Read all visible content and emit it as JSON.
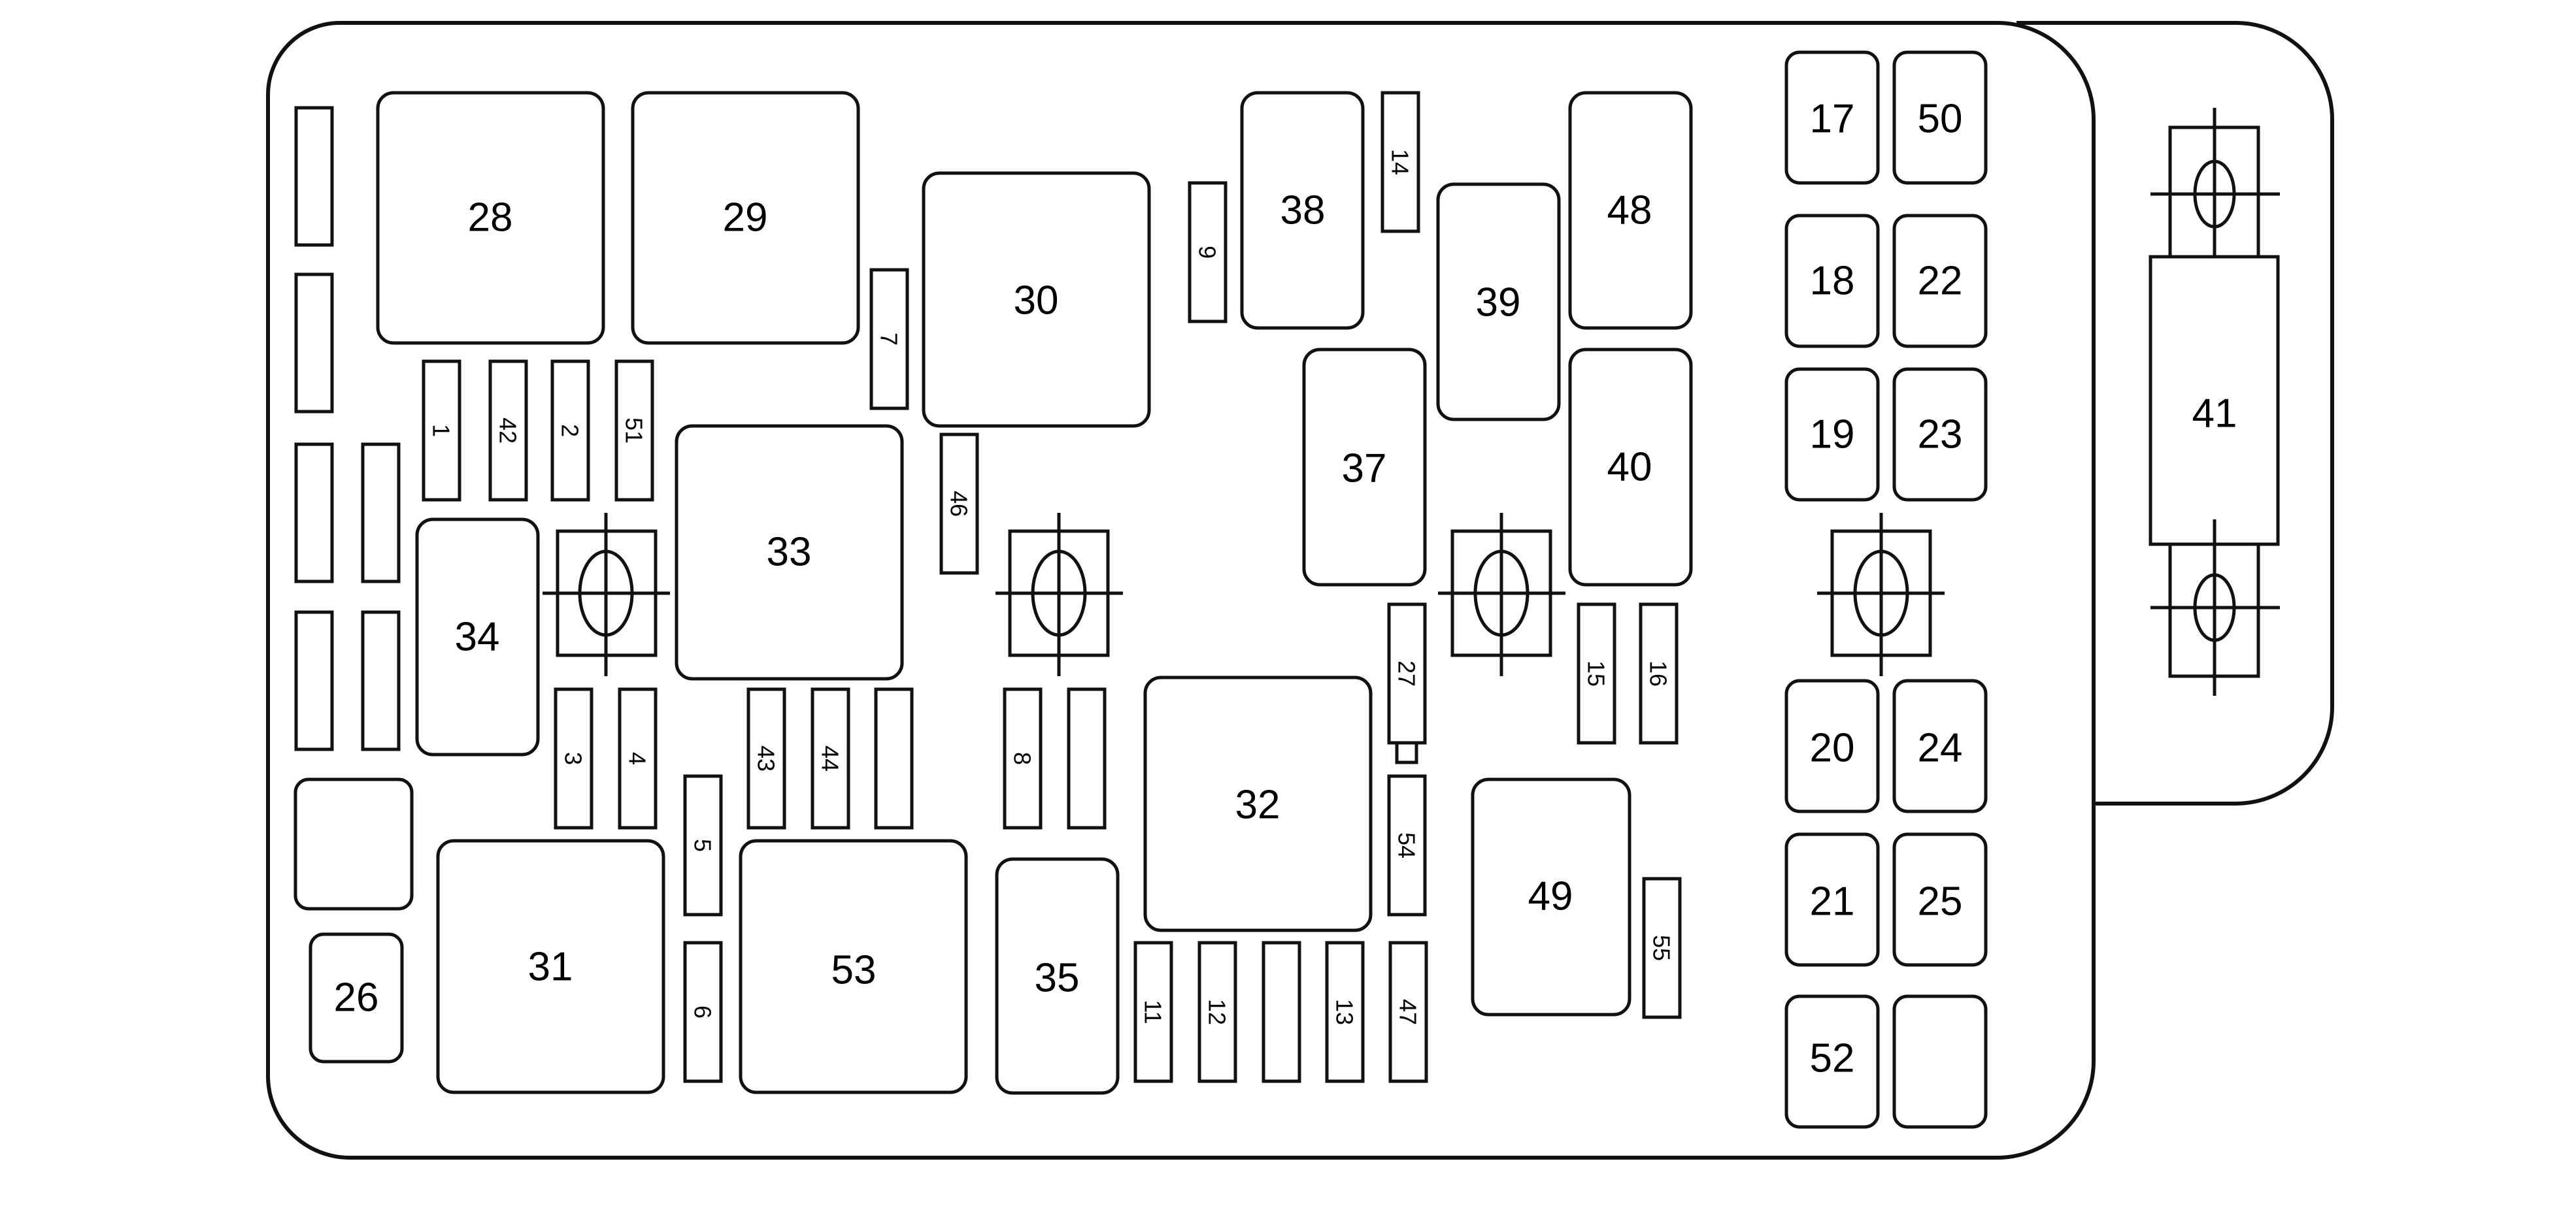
{
  "diagram": {
    "labels": {
      "f1": "1",
      "f2": "2",
      "f3": "3",
      "f4": "4",
      "f5": "5",
      "f6": "6",
      "f7": "7",
      "f8": "8",
      "f9": "9",
      "f11": "11",
      "f12": "12",
      "f13": "13",
      "f14": "14",
      "f15": "15",
      "f16": "16",
      "f17": "17",
      "f18": "18",
      "f19": "19",
      "f20": "20",
      "f21": "21",
      "f22": "22",
      "f23": "23",
      "f24": "24",
      "f25": "25",
      "f26": "26",
      "f27": "27",
      "f28": "28",
      "f29": "29",
      "f30": "30",
      "f31": "31",
      "f32": "32",
      "f33": "33",
      "f34": "34",
      "f35": "35",
      "f37": "37",
      "f38": "38",
      "f39": "39",
      "f40": "40",
      "f41": "41",
      "f42": "42",
      "f43": "43",
      "f44": "44",
      "f46": "46",
      "f47": "47",
      "f48": "48",
      "f49": "49",
      "f50": "50",
      "f51": "51",
      "f52": "52",
      "f53": "53",
      "f54": "54",
      "f55": "55"
    }
  }
}
